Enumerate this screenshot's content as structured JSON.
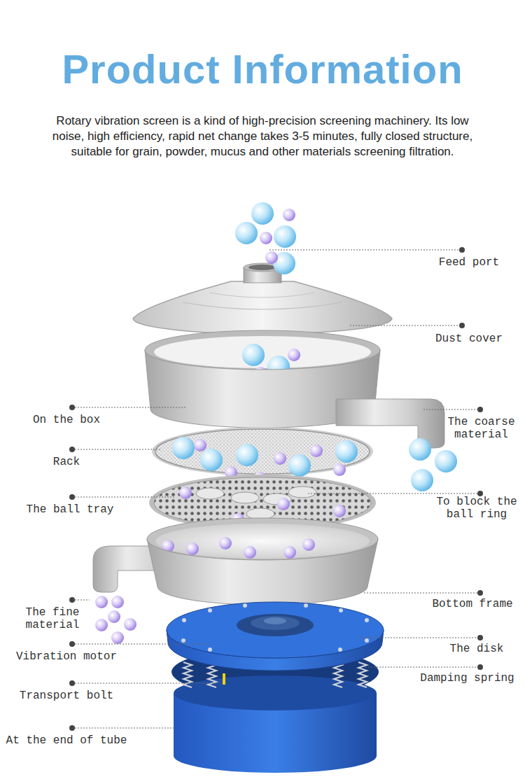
{
  "diagram": {
    "title": "Product Information",
    "caption": "Rotary vibration screen is a kind of high-precision screening machinery. Its low noise, high efficiency, rapid net change takes 3-5 minutes, fully closed structure, suitable for grain, powder, mucus and other materials screening filtration.",
    "labels": [
      "Feed port",
      "Dust cover",
      "On the box",
      "The coarse material",
      "Rack",
      "The ball tray",
      "To block the ball ring",
      "Bottom frame",
      "The fine material",
      "The disk",
      "Vibration motor",
      "Damping spring",
      "Transport bolt",
      "At the end of tube"
    ]
  }
}
